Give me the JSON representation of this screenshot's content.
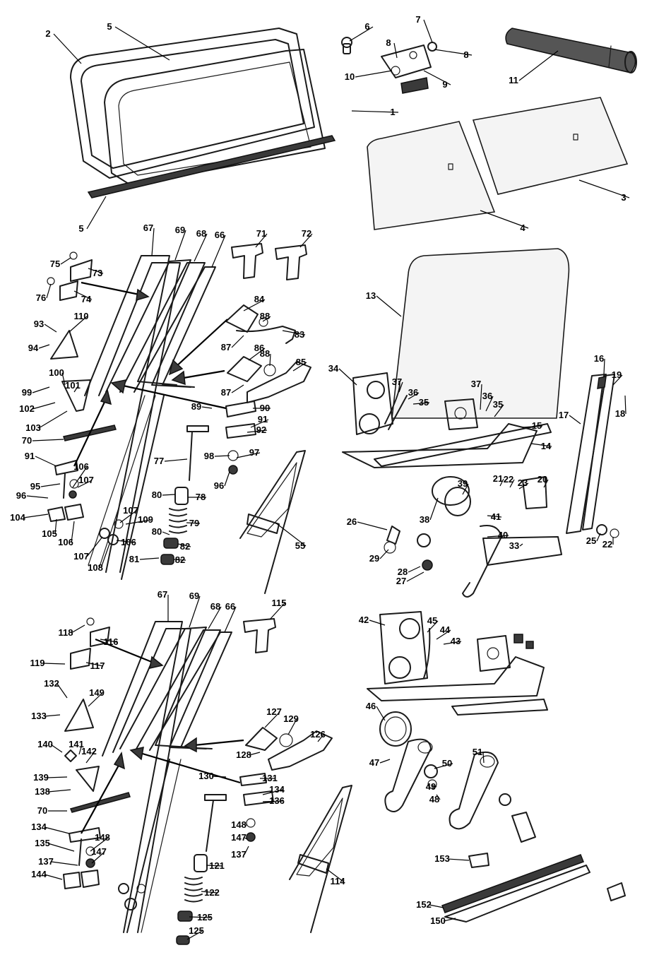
{
  "callouts": [
    {
      "id": "c2",
      "text": "2"
    },
    {
      "id": "c5a",
      "text": "5"
    },
    {
      "id": "c5b",
      "text": "5"
    },
    {
      "id": "c6",
      "text": "6"
    },
    {
      "id": "c7",
      "text": "7"
    },
    {
      "id": "c8a",
      "text": "8"
    },
    {
      "id": "c8b",
      "text": "8"
    },
    {
      "id": "c9",
      "text": "9"
    },
    {
      "id": "c10",
      "text": "10"
    },
    {
      "id": "c11",
      "text": "11"
    },
    {
      "id": "c1",
      "text": "1"
    },
    {
      "id": "c3",
      "text": "3"
    },
    {
      "id": "c4",
      "text": "4"
    },
    {
      "id": "c67a",
      "text": "67"
    },
    {
      "id": "c69a",
      "text": "69"
    },
    {
      "id": "c68a",
      "text": "68"
    },
    {
      "id": "c66a",
      "text": "66"
    },
    {
      "id": "c71",
      "text": "71"
    },
    {
      "id": "c72",
      "text": "72"
    },
    {
      "id": "c75",
      "text": "75"
    },
    {
      "id": "c73",
      "text": "73"
    },
    {
      "id": "c76",
      "text": "76"
    },
    {
      "id": "c74",
      "text": "74"
    },
    {
      "id": "c84",
      "text": "84"
    },
    {
      "id": "c88a",
      "text": "88"
    },
    {
      "id": "c83",
      "text": "83"
    },
    {
      "id": "c87a",
      "text": "87"
    },
    {
      "id": "c93",
      "text": "93"
    },
    {
      "id": "c110",
      "text": "110"
    },
    {
      "id": "c94",
      "text": "94"
    },
    {
      "id": "c86",
      "text": "86"
    },
    {
      "id": "c88b",
      "text": "88"
    },
    {
      "id": "c85",
      "text": "85"
    },
    {
      "id": "c87b",
      "text": "87"
    },
    {
      "id": "c100",
      "text": "100"
    },
    {
      "id": "c99",
      "text": "99"
    },
    {
      "id": "c101",
      "text": "101"
    },
    {
      "id": "c102",
      "text": "102"
    },
    {
      "id": "c103",
      "text": "103"
    },
    {
      "id": "c89",
      "text": "89"
    },
    {
      "id": "c90",
      "text": "90"
    },
    {
      "id": "c91a",
      "text": "91"
    },
    {
      "id": "c92",
      "text": "92"
    },
    {
      "id": "c70a",
      "text": "70"
    },
    {
      "id": "c77",
      "text": "77"
    },
    {
      "id": "c98",
      "text": "98"
    },
    {
      "id": "c97",
      "text": "97"
    },
    {
      "id": "c96a",
      "text": "96"
    },
    {
      "id": "c91b",
      "text": "91"
    },
    {
      "id": "c95",
      "text": "95"
    },
    {
      "id": "c106a",
      "text": "106"
    },
    {
      "id": "c107a",
      "text": "107"
    },
    {
      "id": "c96b",
      "text": "96"
    },
    {
      "id": "c104",
      "text": "104"
    },
    {
      "id": "c105",
      "text": "105"
    },
    {
      "id": "c106b",
      "text": "106"
    },
    {
      "id": "c80a",
      "text": "80"
    },
    {
      "id": "c78",
      "text": "78"
    },
    {
      "id": "c107b",
      "text": "107"
    },
    {
      "id": "c109",
      "text": "109"
    },
    {
      "id": "c79",
      "text": "79"
    },
    {
      "id": "c80b",
      "text": "80"
    },
    {
      "id": "c82a",
      "text": "82"
    },
    {
      "id": "c106c",
      "text": "106"
    },
    {
      "id": "c81",
      "text": "81"
    },
    {
      "id": "c82b",
      "text": "82"
    },
    {
      "id": "c107c",
      "text": "107"
    },
    {
      "id": "c108",
      "text": "108"
    },
    {
      "id": "c55",
      "text": "55"
    },
    {
      "id": "c13",
      "text": "13"
    },
    {
      "id": "c34",
      "text": "34"
    },
    {
      "id": "c37a",
      "text": "37"
    },
    {
      "id": "c36a",
      "text": "36"
    },
    {
      "id": "c35a",
      "text": "35"
    },
    {
      "id": "c37b",
      "text": "37"
    },
    {
      "id": "c36b",
      "text": "36"
    },
    {
      "id": "c35b",
      "text": "35"
    },
    {
      "id": "c16",
      "text": "16"
    },
    {
      "id": "c19",
      "text": "19"
    },
    {
      "id": "c18",
      "text": "18"
    },
    {
      "id": "c17",
      "text": "17"
    },
    {
      "id": "c15",
      "text": "15"
    },
    {
      "id": "c14",
      "text": "14"
    },
    {
      "id": "c39",
      "text": "39"
    },
    {
      "id": "c21",
      "text": "21"
    },
    {
      "id": "c22a",
      "text": "22"
    },
    {
      "id": "c23",
      "text": "23"
    },
    {
      "id": "c20",
      "text": "20"
    },
    {
      "id": "c38",
      "text": "38"
    },
    {
      "id": "c41",
      "text": "41"
    },
    {
      "id": "c26",
      "text": "26"
    },
    {
      "id": "c40",
      "text": "40"
    },
    {
      "id": "c29",
      "text": "29"
    },
    {
      "id": "c25",
      "text": "25"
    },
    {
      "id": "c22b",
      "text": "22"
    },
    {
      "id": "c33",
      "text": "33"
    },
    {
      "id": "c28",
      "text": "28"
    },
    {
      "id": "c27",
      "text": "27"
    },
    {
      "id": "c67b",
      "text": "67"
    },
    {
      "id": "c69b",
      "text": "69"
    },
    {
      "id": "c68b",
      "text": "68"
    },
    {
      "id": "c66b",
      "text": "66"
    },
    {
      "id": "c115",
      "text": "115"
    },
    {
      "id": "c118",
      "text": "118"
    },
    {
      "id": "c116",
      "text": "116"
    },
    {
      "id": "c119",
      "text": "119"
    },
    {
      "id": "c117",
      "text": "117"
    },
    {
      "id": "c42",
      "text": "42"
    },
    {
      "id": "c45",
      "text": "45"
    },
    {
      "id": "c44",
      "text": "44"
    },
    {
      "id": "c43",
      "text": "43"
    },
    {
      "id": "c132",
      "text": "132"
    },
    {
      "id": "c149",
      "text": "149"
    },
    {
      "id": "c133",
      "text": "133"
    },
    {
      "id": "c127",
      "text": "127"
    },
    {
      "id": "c129",
      "text": "129"
    },
    {
      "id": "c126",
      "text": "126"
    },
    {
      "id": "c128",
      "text": "128"
    },
    {
      "id": "c46",
      "text": "46"
    },
    {
      "id": "c140",
      "text": "140"
    },
    {
      "id": "c141",
      "text": "141"
    },
    {
      "id": "c142",
      "text": "142"
    },
    {
      "id": "c139",
      "text": "139"
    },
    {
      "id": "c138",
      "text": "138"
    },
    {
      "id": "c130",
      "text": "130"
    },
    {
      "id": "c131",
      "text": "131"
    },
    {
      "id": "c134a",
      "text": "134"
    },
    {
      "id": "c136",
      "text": "136"
    },
    {
      "id": "c70b",
      "text": "70"
    },
    {
      "id": "c47",
      "text": "47"
    },
    {
      "id": "c51",
      "text": "51"
    },
    {
      "id": "c50",
      "text": "50"
    },
    {
      "id": "c49",
      "text": "49"
    },
    {
      "id": "c48",
      "text": "48"
    },
    {
      "id": "c148a",
      "text": "148"
    },
    {
      "id": "c147a",
      "text": "147"
    },
    {
      "id": "c137a",
      "text": "137"
    },
    {
      "id": "c134b",
      "text": "134"
    },
    {
      "id": "c148b",
      "text": "148"
    },
    {
      "id": "c135",
      "text": "135"
    },
    {
      "id": "c147b",
      "text": "147"
    },
    {
      "id": "c137b",
      "text": "137"
    },
    {
      "id": "c144",
      "text": "144"
    },
    {
      "id": "c121",
      "text": "121"
    },
    {
      "id": "c122",
      "text": "122"
    },
    {
      "id": "c125a",
      "text": "125"
    },
    {
      "id": "c125b",
      "text": "125"
    },
    {
      "id": "c114",
      "text": "114"
    },
    {
      "id": "c153",
      "text": "153"
    },
    {
      "id": "c152",
      "text": "152"
    },
    {
      "id": "c150",
      "text": "150"
    }
  ]
}
